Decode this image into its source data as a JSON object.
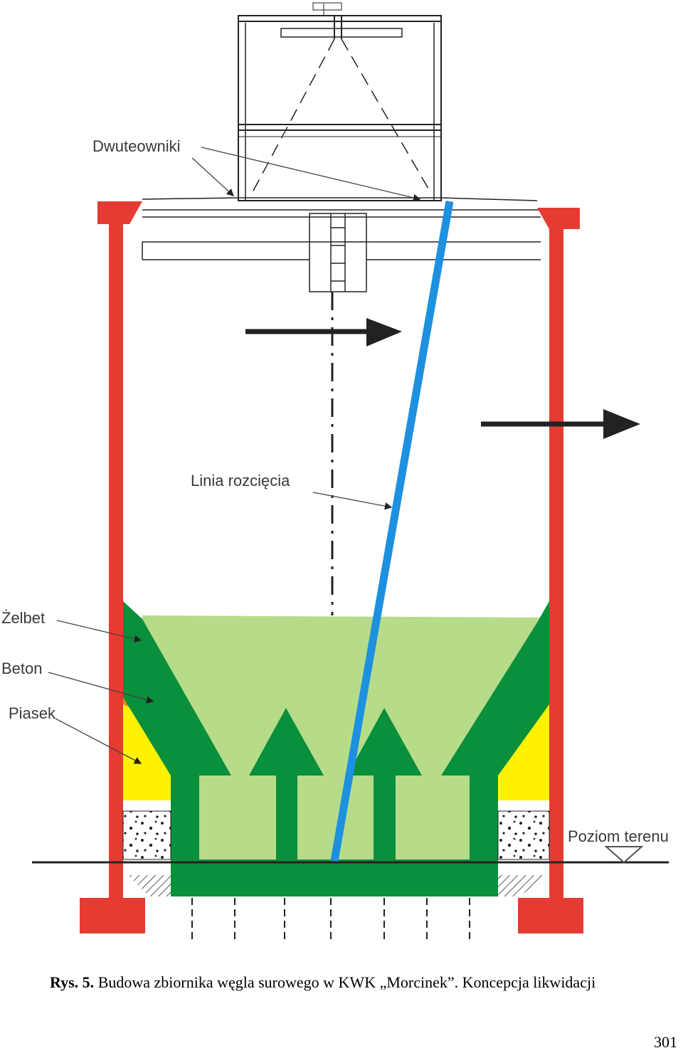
{
  "labels": {
    "dwuteowniki": "Dwuteowniki",
    "linia": "Linia rozcięcia",
    "zelbet": "Żelbet",
    "beton": "Beton",
    "piasek": "Piasek",
    "poziom": "Poziom terenu"
  },
  "caption": {
    "prefix": "Rys. 5.",
    "text": "Budowa zbiornika węgla surowego w KWK „Morcinek”. Koncepcja likwidacji"
  },
  "page_number": "301",
  "colors": {
    "red_wall": "#e53b33",
    "blue_cut": "#1e90e0",
    "dark_green": "#0a8f3c",
    "light_green": "#b6dc8a",
    "orange": "#e8821e",
    "yellow": "#fff200"
  }
}
